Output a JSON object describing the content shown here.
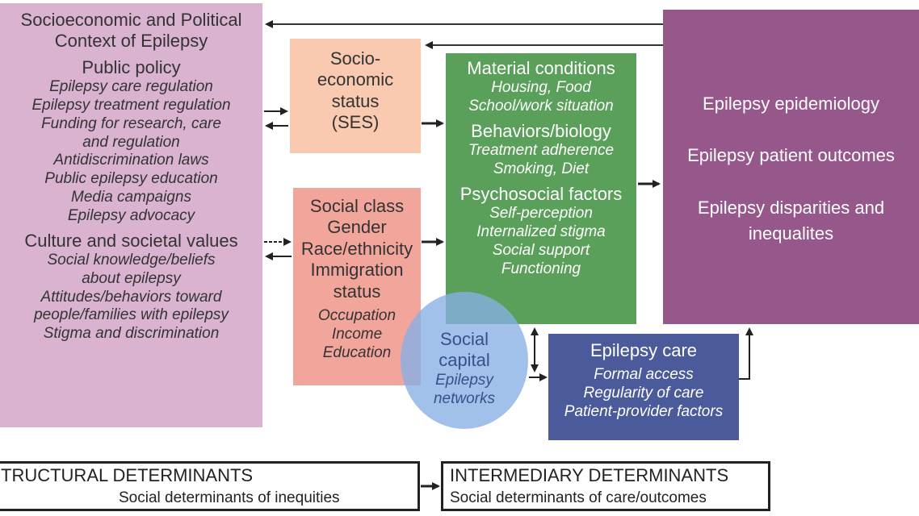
{
  "context": {
    "title_line1": "Socioeconomic and Political",
    "title_line2": "Context of Epilepsy",
    "public_policy": "Public policy",
    "policy_items": [
      "Epilepsy care regulation",
      "Epilepsy treatment regulation",
      "Funding for research, care",
      "and regulation",
      "Antidiscrimination laws",
      "Public epilepsy education",
      "Media campaigns",
      "Epilepsy advocacy"
    ],
    "culture": "Culture and societal values",
    "culture_items": [
      "Social knowledge/beliefs",
      "about epilepsy",
      "Attitudes/behaviors toward",
      "people/families with epilepsy",
      "Stigma and discrimination"
    ]
  },
  "ses": {
    "lines": [
      "Socio-",
      "economic",
      "status",
      "(SES)"
    ]
  },
  "social_position": {
    "lines": [
      "Social class",
      "Gender",
      "Race/ethnicity",
      "Immigration",
      "status"
    ],
    "items": [
      "Occupation",
      "Income",
      "Education"
    ]
  },
  "material": {
    "title": "Material conditions",
    "items": [
      "Housing, Food",
      "School/work situation"
    ],
    "behaviors": "Behaviors/biology",
    "behavior_items": [
      "Treatment adherence",
      "Smoking, Diet"
    ],
    "psychosocial": "Psychosocial factors",
    "psychosocial_items": [
      "Self-perception",
      "Internalized stigma",
      "Social support",
      "Functioning"
    ]
  },
  "outcomes": {
    "items": [
      "Epilepsy epidemiology",
      "Epilepsy patient outcomes",
      "Epilepsy disparities and",
      "inequalites"
    ]
  },
  "care": {
    "title": "Epilepsy care",
    "items": [
      "Formal access",
      "Regularity of care",
      "Patient-provider factors"
    ]
  },
  "capital": {
    "lines": [
      "Social",
      "capital"
    ],
    "items": [
      "Epilepsy",
      "networks"
    ]
  },
  "legend": {
    "structural_title": "TRUCTURAL DETERMINANTS",
    "structural_sub": "Social determinants of inequities",
    "intermediary_title": "INTERMEDIARY DETERMINANTS",
    "intermediary_sub": "Social determinants of care/outcomes"
  }
}
